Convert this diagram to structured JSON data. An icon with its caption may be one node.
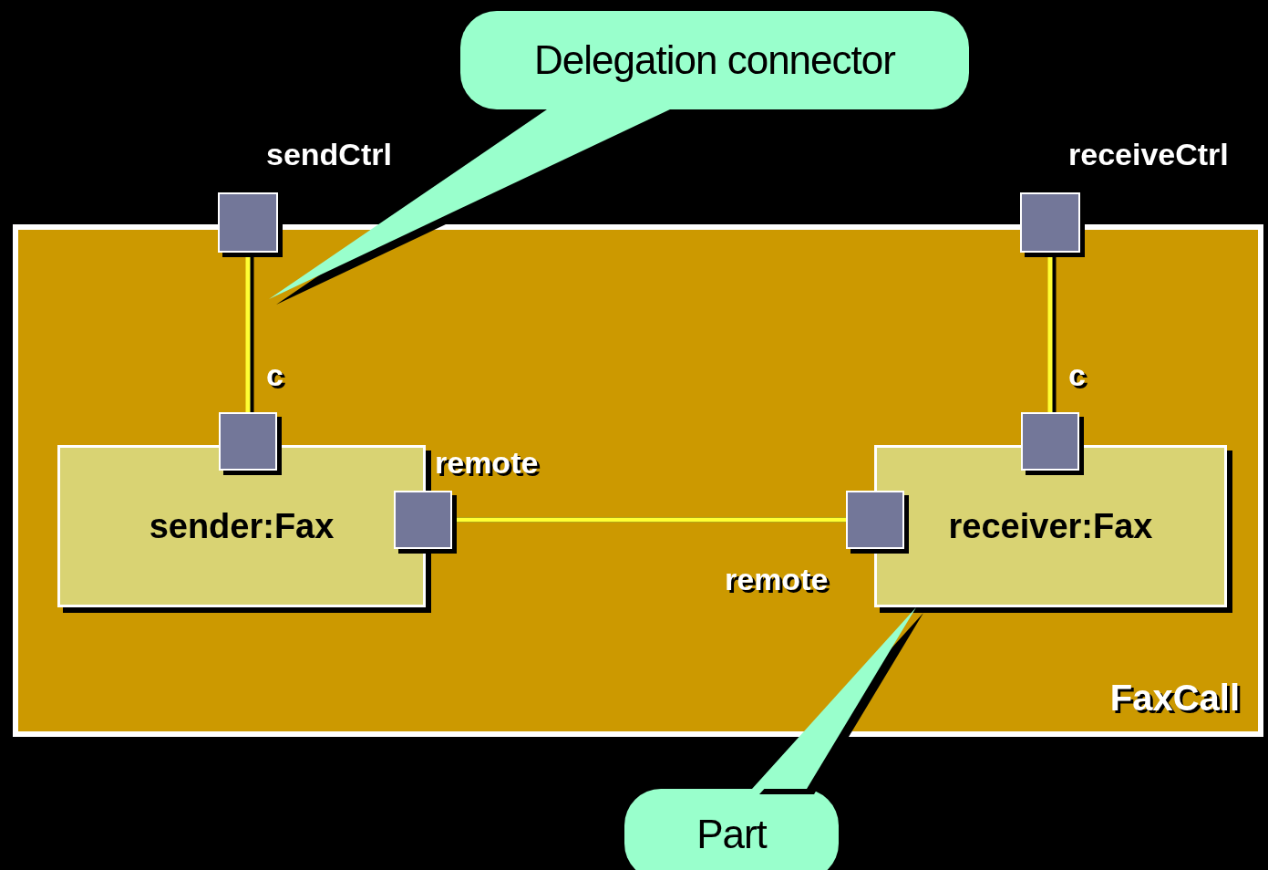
{
  "diagram": {
    "nodes": [
      {
        "text": [
          "FaxCall"
        ]
      },
      {
        "text": [
          "sender:Fax"
        ],
        "in": 0
      },
      {
        "text": [
          "receiver:Fax"
        ],
        "in": 0
      },
      {
        "text": [],
        "shape": "box"
      },
      {
        "text": [],
        "shape": "box"
      },
      {
        "text": [],
        "shape": "box",
        "in": 0
      },
      {
        "text": [],
        "shape": "box",
        "in": 0
      },
      {
        "text": [],
        "shape": "box",
        "in": 0
      },
      {
        "text": [],
        "shape": "box",
        "in": 0
      },
      {
        "text": [
          "Delegation connector"
        ]
      },
      {
        "text": [
          "Part"
        ]
      }
    ],
    "edges": [
      {
        "from": 3,
        "to": 5,
        "arrow": "none"
      },
      {
        "from": 4,
        "to": 8,
        "arrow": "none"
      },
      {
        "from": 6,
        "to": 7,
        "arrow": "none"
      }
    ],
    "labels": [
      "sendCtrl",
      "receiveCtrl",
      "c",
      "c",
      "remote",
      "remote"
    ]
  }
}
